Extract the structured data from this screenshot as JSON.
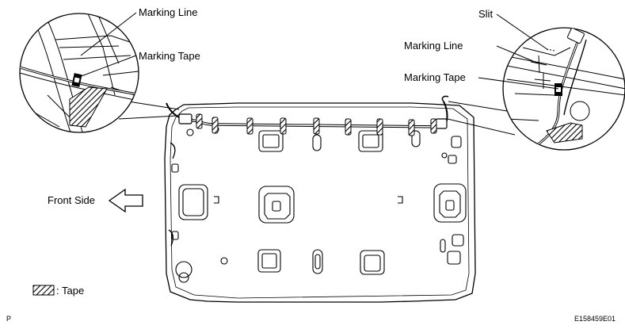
{
  "labels": {
    "marking_line_left": "Marking Line",
    "marking_tape_left": "Marking Tape",
    "slit": "Slit",
    "marking_line_right": "Marking Line",
    "marking_tape_right": "Marking Tape",
    "front_side": "Front Side",
    "tape_legend": ": Tape",
    "corner_p": "P",
    "figure_code": "E158459E01"
  },
  "colors": {
    "line": "#000000",
    "background": "#ffffff",
    "hatch": "#000000"
  },
  "icons": {
    "front_arrow": "arrow-left-outline-icon",
    "tape_swatch": "hatched-tape-icon"
  }
}
